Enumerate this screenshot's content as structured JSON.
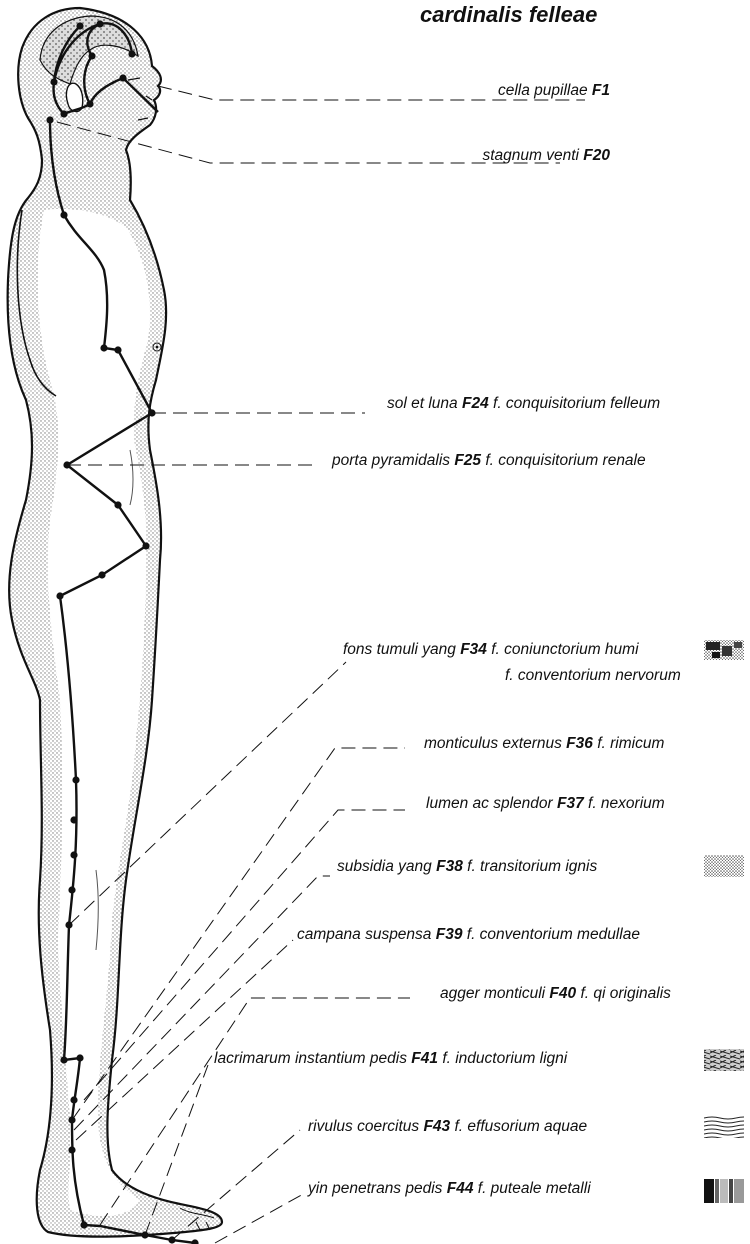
{
  "title": "cardinalis felleae",
  "points": [
    {
      "name": "cella pupillae",
      "code": "F1",
      "desc": ""
    },
    {
      "name": "stagnum venti",
      "code": "F20",
      "desc": ""
    },
    {
      "name": "sol et luna",
      "code": "F24",
      "desc": "f. conquisitorium felleum"
    },
    {
      "name": "porta pyramidalis",
      "code": "F25",
      "desc": "f. conquisitorium renale"
    },
    {
      "name": "fons tumuli yang",
      "code": "F34",
      "desc": "f. coniunctorium humi"
    },
    {
      "name": "monticulus externus",
      "code": "F36",
      "desc": "f. rimicum"
    },
    {
      "name": "lumen ac splendor",
      "code": "F37",
      "desc": "f. nexorium"
    },
    {
      "name": "subsidia yang",
      "code": "F38",
      "desc": "f. transitorium ignis"
    },
    {
      "name": "campana suspensa",
      "code": "F39",
      "desc": "f. conventorium medullae"
    },
    {
      "name": "agger monticuli",
      "code": "F40",
      "desc": "f. qi originalis"
    },
    {
      "name": "lacrimarum instantium pedis",
      "code": "F41",
      "desc": "f. inductorium ligni"
    },
    {
      "name": "rivulus coercitus",
      "code": "F43",
      "desc": "f. effusorium aquae"
    },
    {
      "name": "yin penetrans pedis",
      "code": "F44",
      "desc": "f. puteale metalli"
    }
  ],
  "f34_extra": "f. conventorium nervorum",
  "legend_icons": [
    "earth-icon",
    "fire-icon",
    "wood-icon",
    "water-icon",
    "metal-icon"
  ]
}
